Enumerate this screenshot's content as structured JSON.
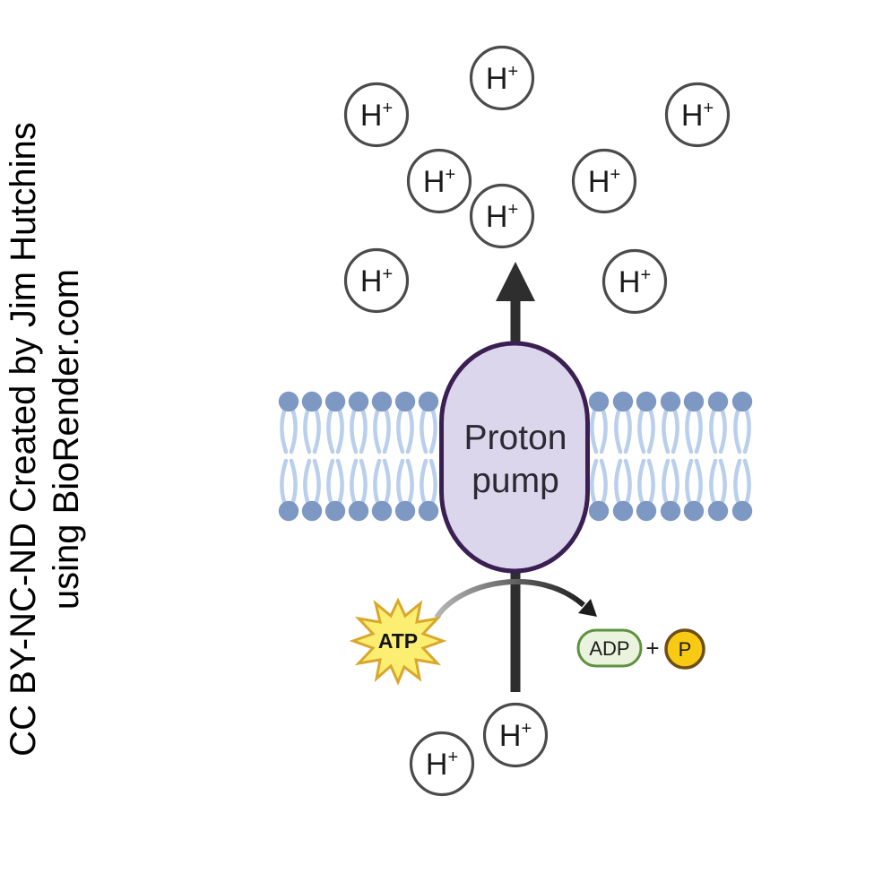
{
  "attribution": {
    "line1": "CC BY-NC-ND Created by Jim Hutchins",
    "line2": "using BioRender.com"
  },
  "pump": {
    "line1": "Proton",
    "line2": "pump"
  },
  "ion": {
    "symbol": "H",
    "charge": "+",
    "count_above_membrane": 8,
    "count_below_membrane": 2
  },
  "molecules": {
    "atp": "ATP",
    "adp": "ADP",
    "plus": "+",
    "phosphate": "P"
  },
  "colors": {
    "membrane_head": "#7e98c4",
    "membrane_tail": "#b9cfec",
    "pump_fill": "#dcd6ec",
    "pump_border": "#3a1f52",
    "ion_border": "#4b4b4b",
    "arrow": "#2e2e2e",
    "atp_fill": "#fcee71",
    "atp_border": "#d9a72b",
    "adp_fill": "#e9f3dd",
    "adp_border": "#5f9142",
    "phosphate_fill": "#f8ca13",
    "phosphate_border": "#6f4e15"
  }
}
